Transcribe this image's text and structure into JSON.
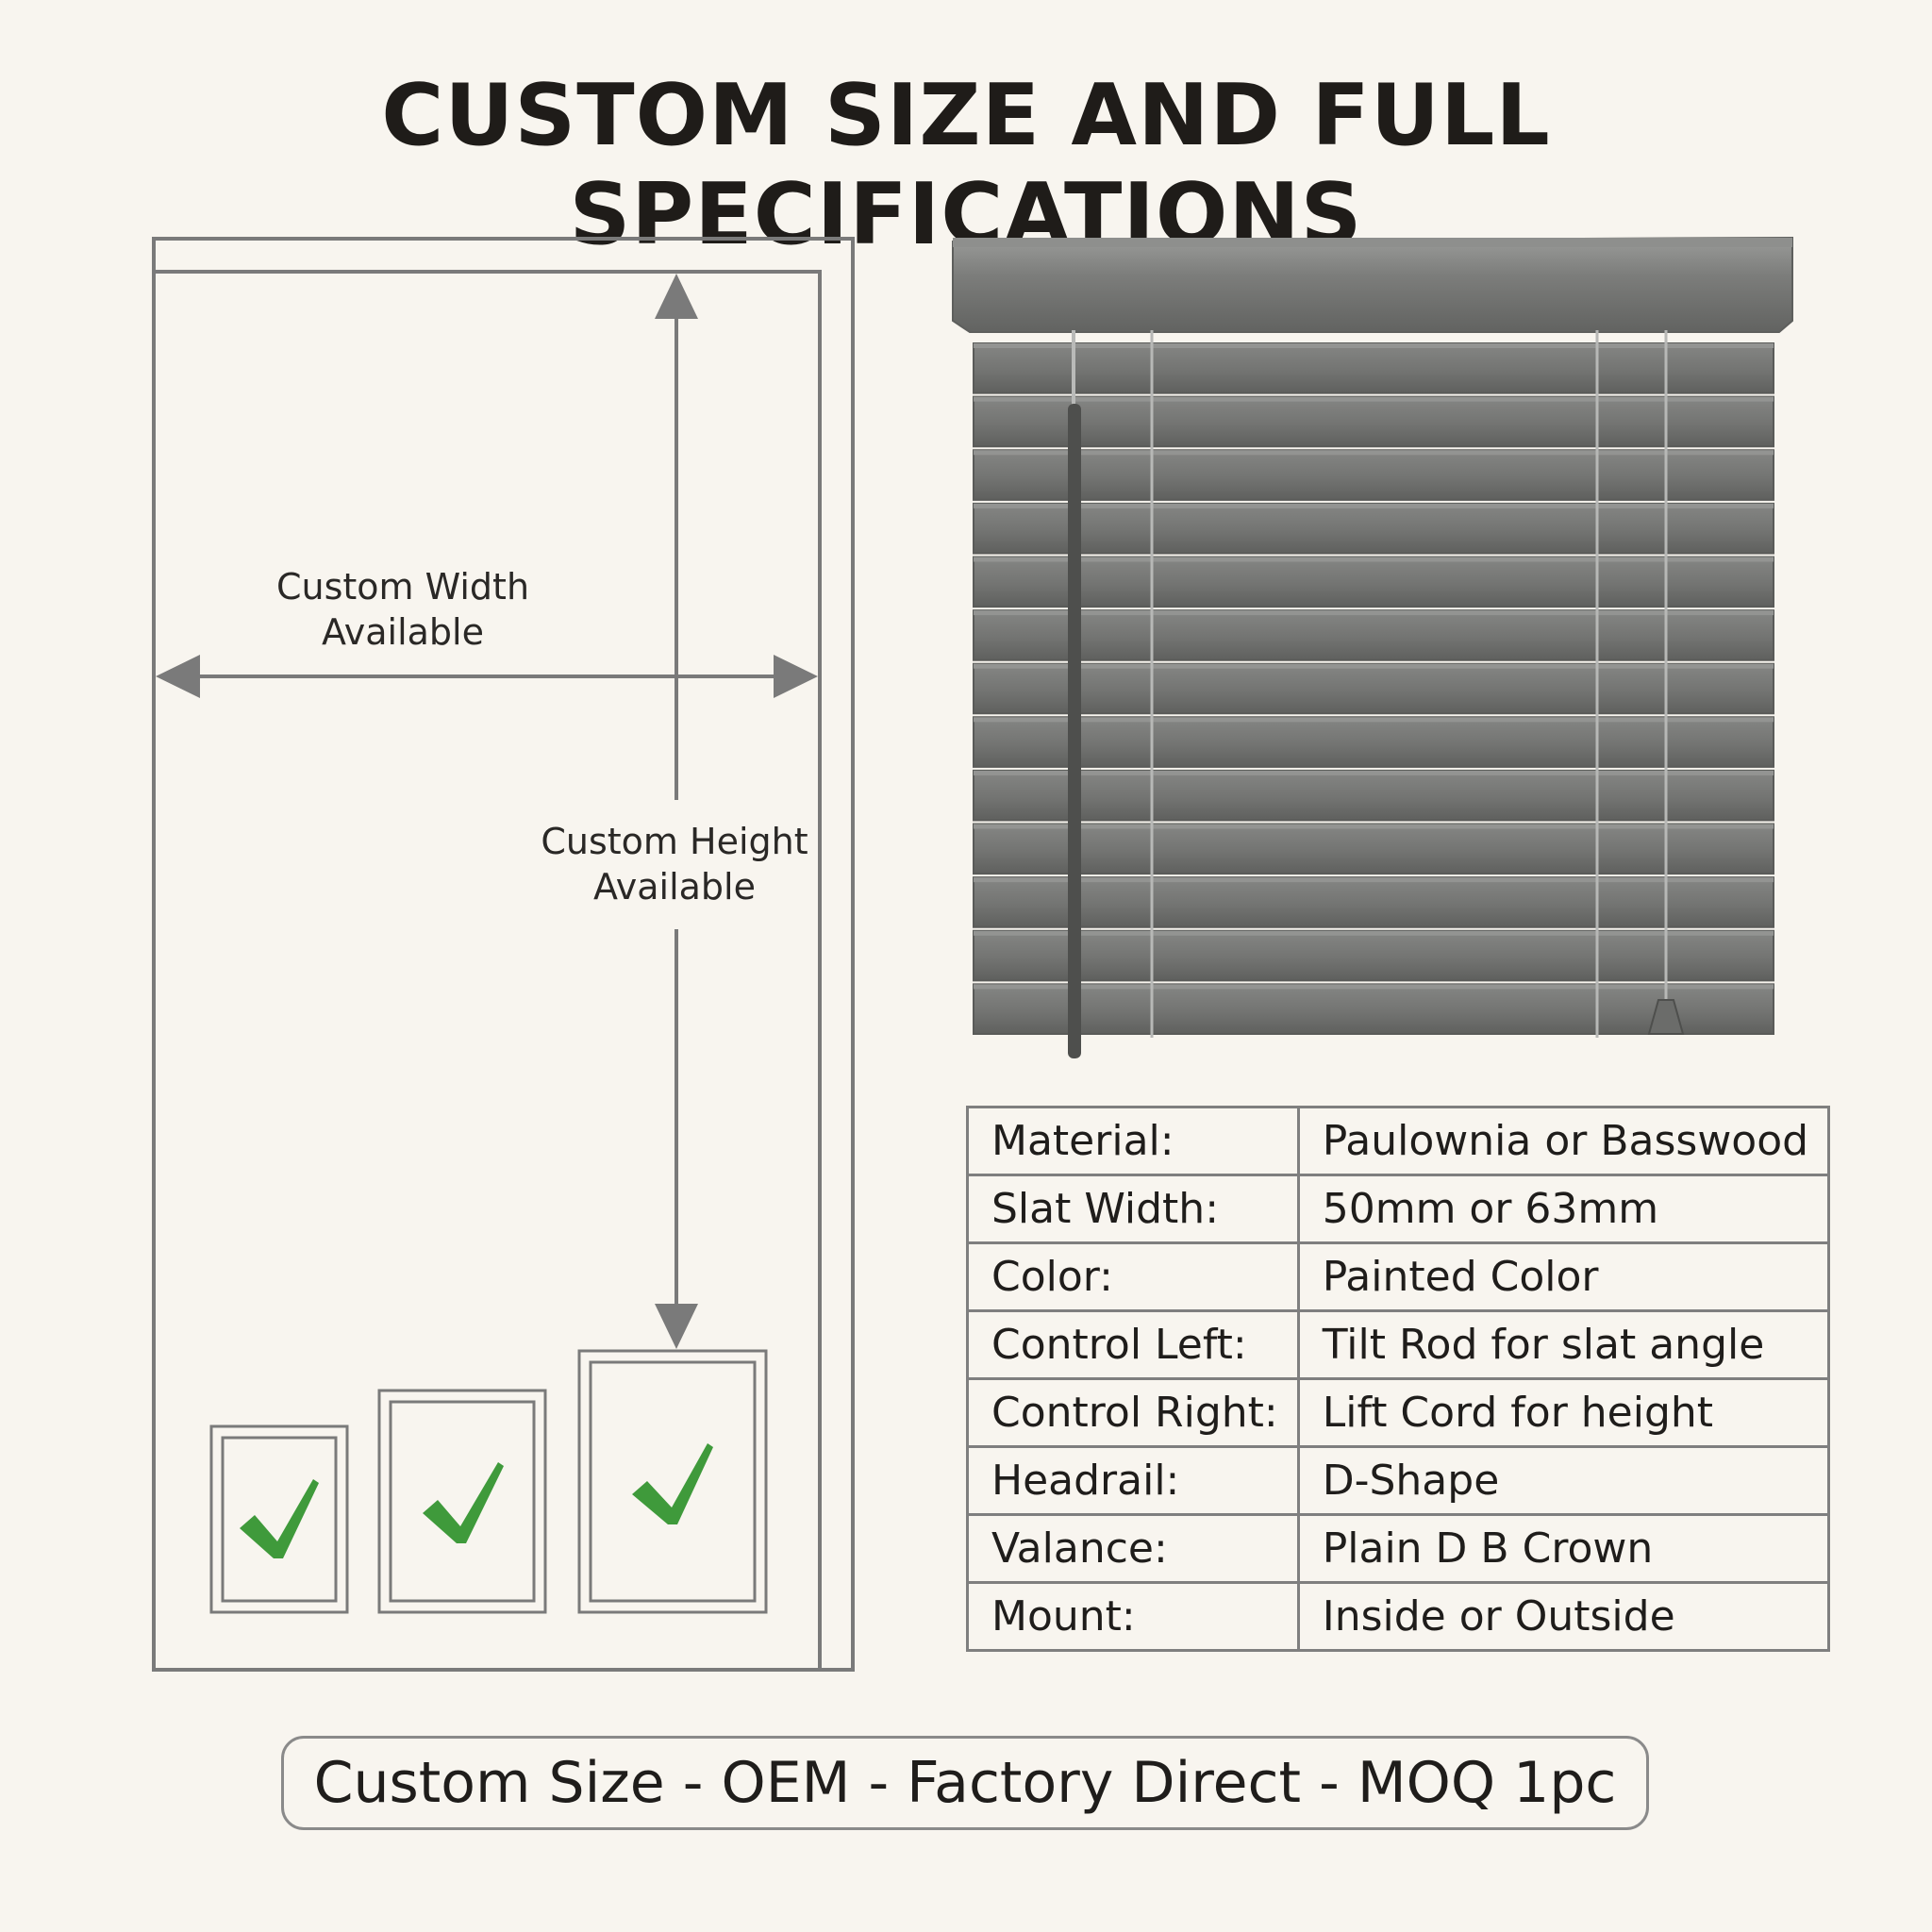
{
  "page": {
    "title": "CUSTOM SIZE AND FULL SPECIFICATIONS",
    "tagline": "Custom Size - OEM - Factory Direct - MOQ 1pc"
  },
  "diagram": {
    "width_label": "Custom Width\nAvailable",
    "height_label": "Custom Height\nAvailable",
    "check_color": "#3f9a3b",
    "line_color": "#7a7a7a"
  },
  "blind": {
    "slat_color": "#777876",
    "headrail_color": "#7b7c7a"
  },
  "specs": [
    {
      "label": "Material:",
      "value": "Paulownia or Basswood"
    },
    {
      "label": "Slat Width:",
      "value": "50mm or 63mm"
    },
    {
      "label": "Color:",
      "value": "Painted Color"
    },
    {
      "label": "Control Left:",
      "value": "Tilt Rod for slat angle"
    },
    {
      "label": "Control Right:",
      "value": "Lift Cord for height"
    },
    {
      "label": "Headrail:",
      "value": "D-Shape"
    },
    {
      "label": "Valance:",
      "value": "Plain D B Crown"
    },
    {
      "label": "Mount:",
      "value": "Inside or Outside"
    }
  ]
}
